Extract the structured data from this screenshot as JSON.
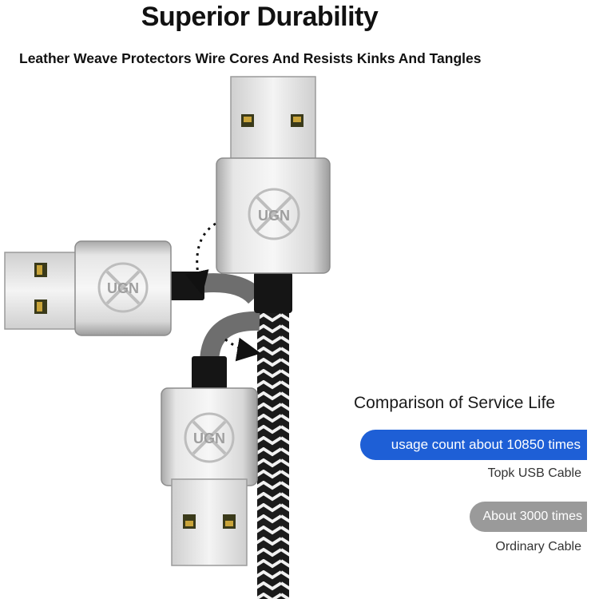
{
  "header": {
    "title": "Superior Durability",
    "subtitle": "Leather Weave Protectors Wire Cores And Resists Kinks And Tangles"
  },
  "illustration": {
    "logo_text": "UGN",
    "cable_colors": [
      "#222222",
      "#f2f2f2"
    ]
  },
  "comparison": {
    "title": "Comparison of Service Life",
    "topk_value": "usage count about 10850 times",
    "topk_label": "Topk USB Cable",
    "ordinary_value": "About 3000 times",
    "ordinary_label": "Ordinary Cable",
    "colors": {
      "topk": "#1e5fd6",
      "ordinary": "#9a9a9a"
    }
  }
}
